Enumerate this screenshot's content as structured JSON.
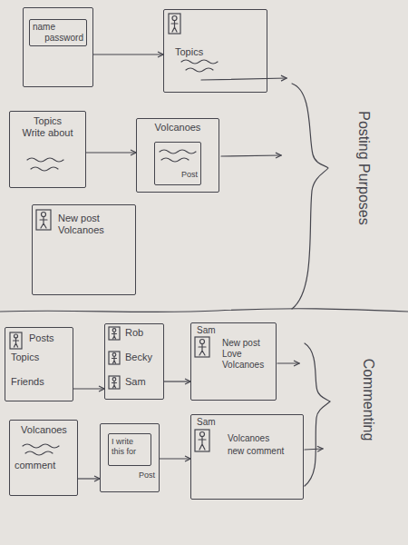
{
  "diagram": {
    "nodes": [
      {
        "text": []
      },
      {
        "text": [
          "name",
          "password"
        ],
        "in": 0
      },
      {
        "text": [
          "Topics"
        ]
      },
      {
        "text": [
          "Topics",
          "Write about"
        ]
      },
      {
        "text": [
          "Volcanoes"
        ]
      },
      {
        "text": [
          "Post"
        ],
        "in": 4
      },
      {
        "text": [
          "New post",
          "Volcanoes"
        ]
      },
      {
        "text": [
          "Posts",
          "Topics",
          "Friends"
        ]
      },
      {
        "text": [
          "Rob",
          "Becky",
          "Sam"
        ]
      },
      {
        "text": [
          "Sam",
          "New post",
          "Love",
          "Volcanoes"
        ]
      },
      {
        "text": [
          "Volcanoes",
          "comment"
        ]
      },
      {
        "text": [
          "Post"
        ]
      },
      {
        "text": [
          "I write this for"
        ],
        "in": 11
      },
      {
        "text": [
          "Sam",
          "Volcanoes",
          "new comment"
        ]
      }
    ],
    "edges": [
      {
        "from": 0,
        "to": 2,
        "arrow": "to"
      },
      {
        "from": 3,
        "to": 4,
        "arrow": "to"
      },
      {
        "from": 7,
        "to": 8,
        "arrow": "to"
      },
      {
        "from": 8,
        "to": 9,
        "arrow": "to"
      },
      {
        "from": 10,
        "to": 11,
        "arrow": "to"
      },
      {
        "from": 11,
        "to": 13,
        "arrow": "to"
      }
    ],
    "labels": [
      "Posting Purposes",
      "Commenting"
    ]
  }
}
